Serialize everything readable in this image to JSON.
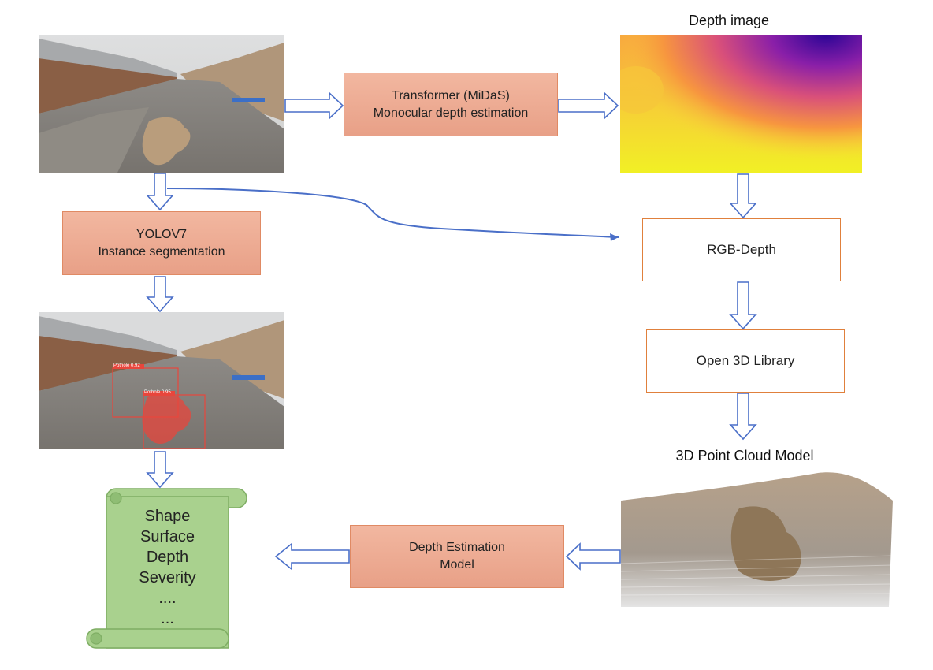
{
  "labels": {
    "depth_image": "Depth image",
    "point_cloud": "3D Point Cloud Model"
  },
  "boxes": {
    "transformer": [
      "Transformer (MiDaS)",
      "Monocular depth estimation"
    ],
    "yolo": [
      "YOLOV7",
      "Instance segmentation"
    ],
    "rgb_depth": "RGB-Depth",
    "open3d": "Open 3D Library",
    "depth_model": [
      "Depth Estimation",
      "Model"
    ]
  },
  "detections": [
    "Pothole 0.92",
    "Pothole 0.95"
  ],
  "outputs": [
    "Shape",
    "Surface",
    "Depth",
    "Severity",
    "....",
    "..."
  ],
  "colors": {
    "box_fill": "#eea98f",
    "box_border": "#e08a64",
    "white_box_border": "#e0803c",
    "arrow": "#4a6fc8",
    "scroll": "#a9d18e",
    "mask": "#e8463c"
  }
}
